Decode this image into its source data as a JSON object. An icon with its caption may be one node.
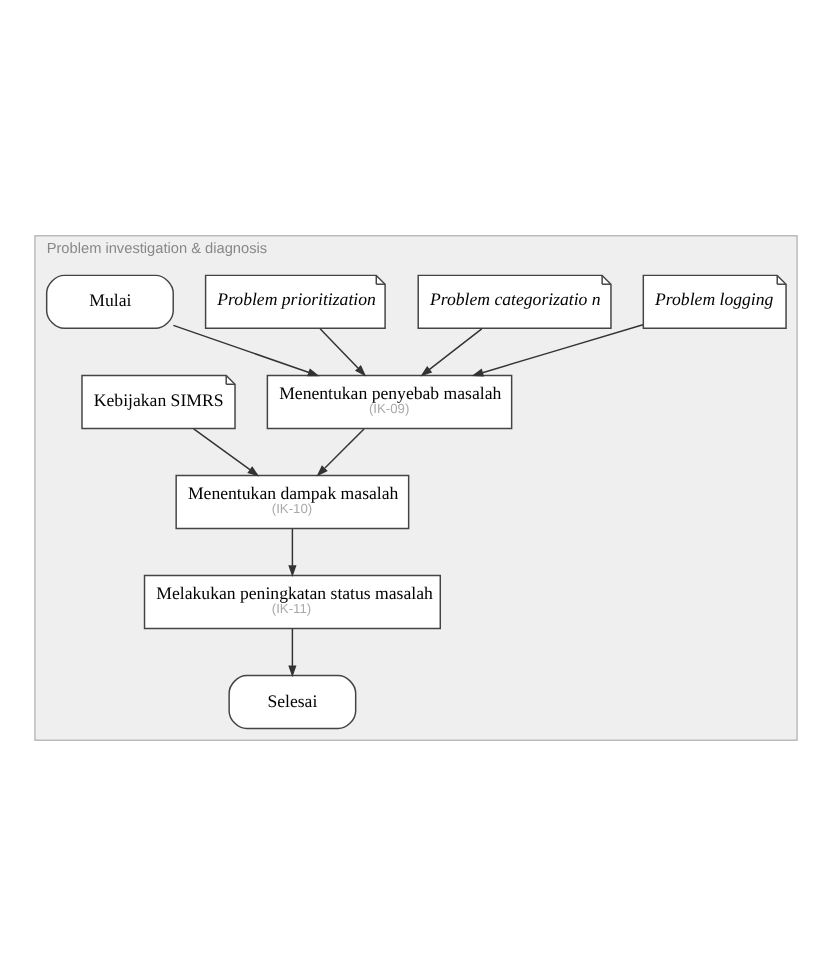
{
  "diagram": {
    "nodes": [
      {
        "text": [
          "Problem investigation & diagnosis"
        ]
      },
      {
        "text": [
          "Problem logging"
        ],
        "in": 0
      },
      {
        "text": [
          "Problem categorizatio n"
        ],
        "in": 0
      },
      {
        "text": [
          "Problem prioritization"
        ],
        "in": 0
      },
      {
        "text": [
          "Mulai"
        ],
        "in": 0
      },
      {
        "text": [
          "Menentukan penyebab masalah",
          "(IK-09)"
        ],
        "in": 0
      },
      {
        "text": [
          "Kebijakan SIMRS"
        ],
        "in": 0
      },
      {
        "text": [
          "Menentukan dampak masalah",
          "(IK-10)"
        ],
        "in": 0
      },
      {
        "text": [
          "Melakukan peningkatan status masalah",
          "(IK-11)"
        ],
        "in": 0
      },
      {
        "text": [
          "Selesai"
        ],
        "in": 0
      }
    ],
    "edges": [
      {
        "from": 1,
        "to": 5,
        "arrow": "to"
      },
      {
        "from": 2,
        "to": 5,
        "arrow": "to"
      },
      {
        "from": 3,
        "to": 5,
        "arrow": "to"
      },
      {
        "from": 4,
        "to": 5,
        "arrow": "to"
      },
      {
        "from": 5,
        "to": 7,
        "arrow": "to"
      },
      {
        "from": 6,
        "to": 7,
        "arrow": "to"
      },
      {
        "from": 7,
        "to": 8,
        "arrow": "to"
      },
      {
        "from": 8,
        "to": 9,
        "arrow": "to"
      }
    ]
  }
}
